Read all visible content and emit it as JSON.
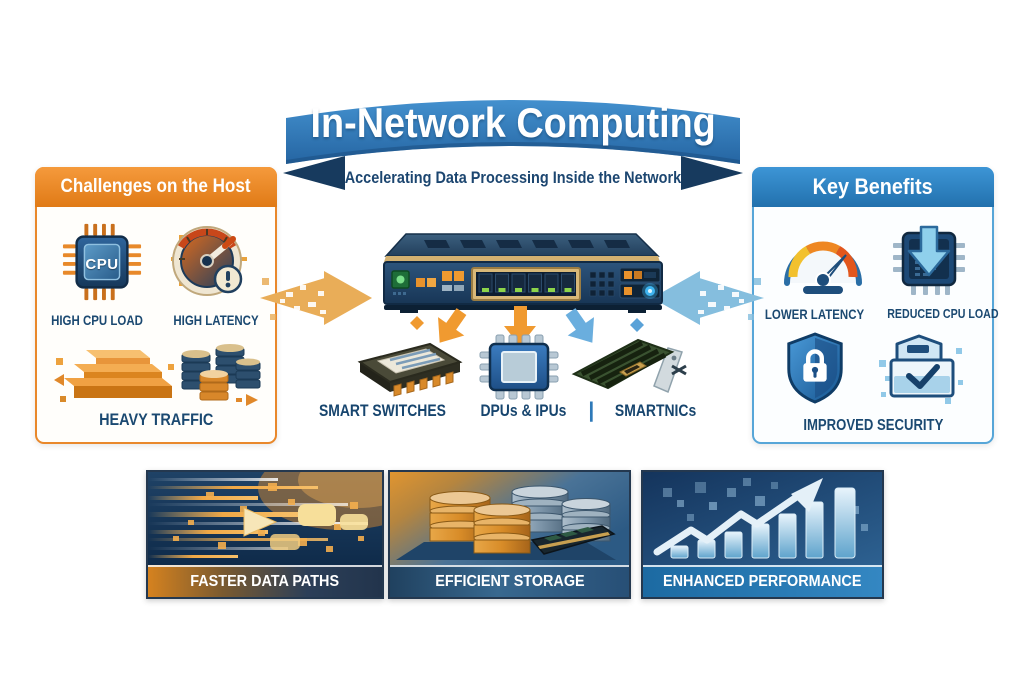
{
  "banner": {
    "title": "In-Network Computing",
    "subtitle": "Accelerating Data Processing Inside the Network"
  },
  "challenges": {
    "header": "Challenges on the Host",
    "cpu_text": "CPU",
    "item1": {
      "label": "HIGH CPU LOAD",
      "icon": "cpu-chip-icon"
    },
    "item2": {
      "label": "HIGH LATENCY",
      "icon": "latency-gauge-icon"
    },
    "item3": {
      "label": "HEAVY TRAFFIC",
      "icon": "traffic-stacks-icon"
    }
  },
  "center": {
    "label_switches": "SMART SWITCHES",
    "label_dpus": "DPUs & IPUs",
    "separator": "|",
    "label_nics": "SMARTNICs"
  },
  "benefits": {
    "header": "Key Benefits",
    "item1": {
      "label": "LOWER LATENCY",
      "icon": "speedometer-icon"
    },
    "item2": {
      "label": "REDUCED CPU LOAD",
      "icon": "chip-down-arrow-icon"
    },
    "item3": {
      "label": "IMPROVED SECURITY",
      "icon": "shield-lock-icon"
    }
  },
  "bottom": {
    "panel1": {
      "caption": "FASTER DATA PATHS"
    },
    "panel2": {
      "caption": "EFFICIENT STORAGE"
    },
    "panel3": {
      "caption": "ENHANCED PERFORMANCE"
    }
  },
  "colors": {
    "banner_blue": "#2e79b8",
    "ribbon_fold": "#173a5e",
    "challenge_orange": "#e9882b",
    "benefit_blue": "#2f81c0",
    "label_navy": "#1b4971",
    "accent_orange": "#f09a30",
    "accent_blue": "#5aa2d8"
  }
}
